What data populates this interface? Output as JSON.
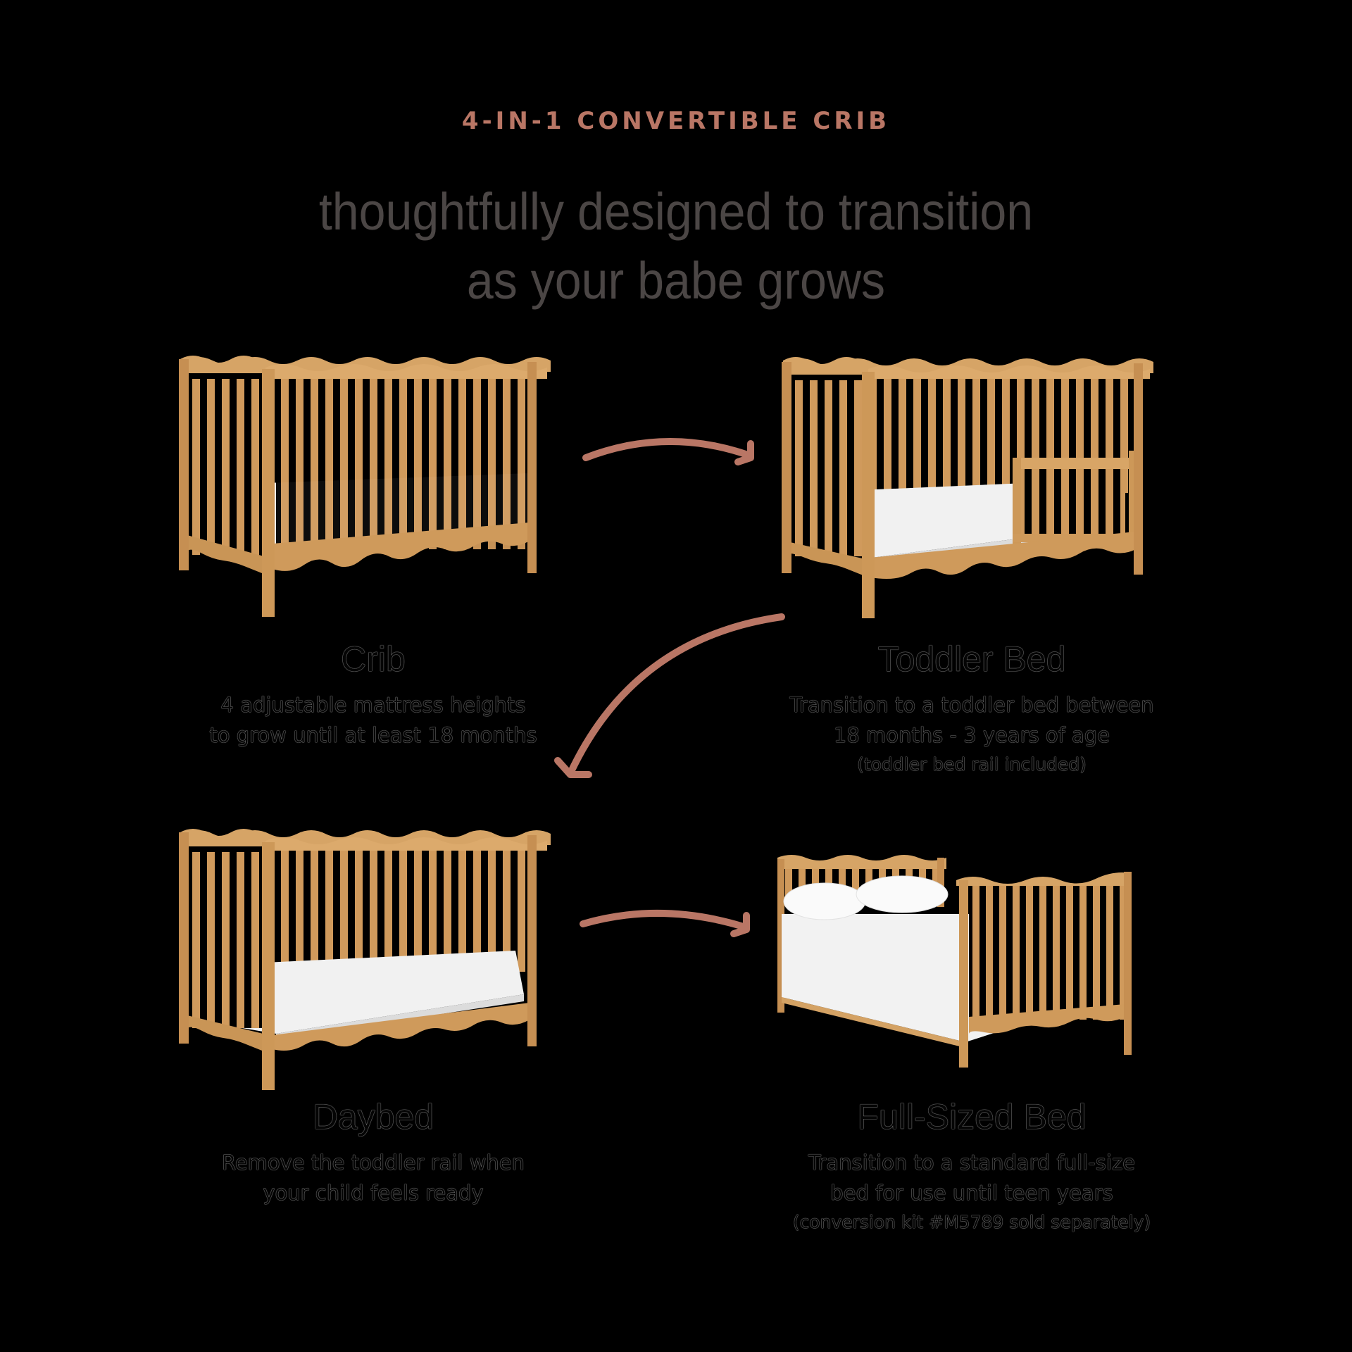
{
  "header": {
    "eyebrow": "4-IN-1 CONVERTIBLE CRIB",
    "headline_line1": "thoughtfully designed to transition",
    "headline_line2": "as your babe grows"
  },
  "colors": {
    "accent": "#b97665",
    "headline": "#4b4645",
    "wood": "#d3a062",
    "wood_dark": "#b98447",
    "mattress": "#f3f3f3",
    "background": "#000000"
  },
  "stages": [
    {
      "title": "Crib",
      "desc_lines": [
        "4 adjustable mattress heights",
        "to grow until at least 18 months"
      ],
      "note": ""
    },
    {
      "title": "Toddler Bed",
      "desc_lines": [
        "Transition to a toddler bed between",
        "18 months - 3 years of age"
      ],
      "note": "(toddler bed rail included)"
    },
    {
      "title": "Daybed",
      "desc_lines": [
        "Remove the toddler rail when",
        "your child feels ready"
      ],
      "note": ""
    },
    {
      "title": "Full-Sized Bed",
      "desc_lines": [
        "Transition to a standard full-size",
        "bed for use until teen years"
      ],
      "note": "(conversion kit #M5789 sold separately)"
    }
  ],
  "icons": {
    "arrow_1": "curved-arrow-right",
    "arrow_2": "curved-arrow-down-left",
    "arrow_3": "curved-arrow-right"
  }
}
